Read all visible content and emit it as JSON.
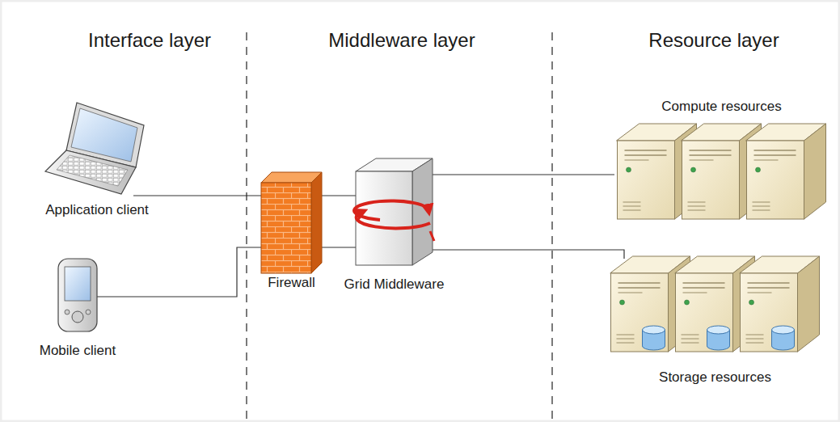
{
  "diagram": {
    "nodes": [
      {
        "text": [
          "Application client"
        ]
      },
      {
        "text": [
          "Mobile client"
        ]
      },
      {
        "text": [
          "Firewall"
        ]
      },
      {
        "text": [
          "Grid Middleware"
        ]
      },
      {
        "text": [
          "Compute resources"
        ]
      },
      {
        "text": [
          "Storage resources"
        ]
      }
    ],
    "edges": [
      {
        "from": 0,
        "to": 2,
        "arrow": "none"
      },
      {
        "from": 1,
        "to": 2,
        "arrow": "none"
      },
      {
        "from": 2,
        "to": 3,
        "arrow": "none"
      },
      {
        "from": 2,
        "to": 3,
        "arrow": "none"
      },
      {
        "from": 3,
        "to": 4,
        "arrow": "none"
      },
      {
        "from": 3,
        "to": 5,
        "arrow": "none"
      }
    ],
    "labels": [
      "Interface layer",
      "Middleware layer",
      "Resource layer"
    ]
  }
}
